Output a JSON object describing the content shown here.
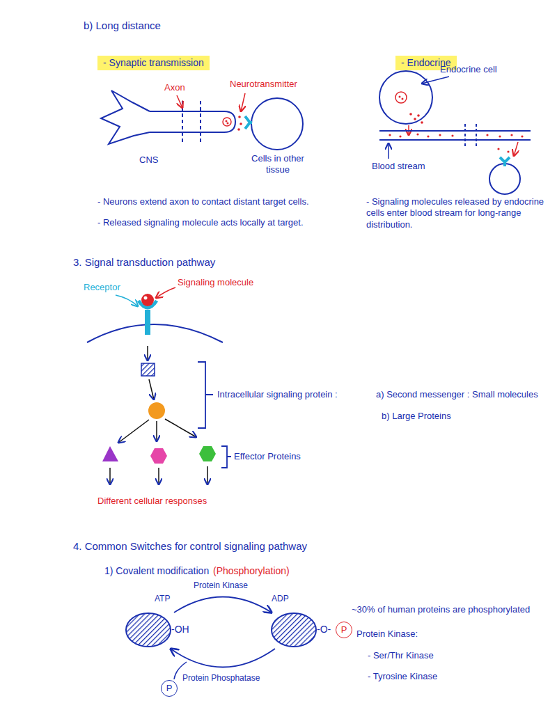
{
  "diagram": {
    "nodes": [
      {
        "text": [
          "- Synaptic transmission"
        ]
      },
      {
        "text": [
          "- Endocrine"
        ]
      },
      {
        "text": [
          "P"
        ]
      },
      {
        "text": [
          "P"
        ]
      }
    ],
    "labels": [
      "b) Long distance",
      "Axon",
      "Neurotransmitter",
      "CNS",
      "Cells in other tissue",
      "- Neurons extend axon to contact distant target cells.",
      "- Released signaling molecule acts locally at target.",
      "Endocrine cell",
      "Blood stream",
      "- Signaling molecules released by endocrine cells enter blood stream for long-range distribution.",
      "3. Signal transduction pathway",
      "Receptor",
      "Signaling molecule",
      "Intracellular signaling protein :",
      "a) Second messenger : Small molecules",
      "b) Large Proteins",
      "Effector Proteins",
      "Different cellular responses",
      "4. Common Switches for control signaling pathway",
      "1) Covalent modification",
      "(Phosphorylation)",
      "ATP",
      "Protein Kinase",
      "ADP",
      "-OH",
      "-O-",
      "Protein Phosphatase",
      "~30% of human proteins are phosphorylated",
      "Protein Kinase:",
      "- Ser/Thr Kinase",
      "- Tyrosine Kinase"
    ]
  }
}
